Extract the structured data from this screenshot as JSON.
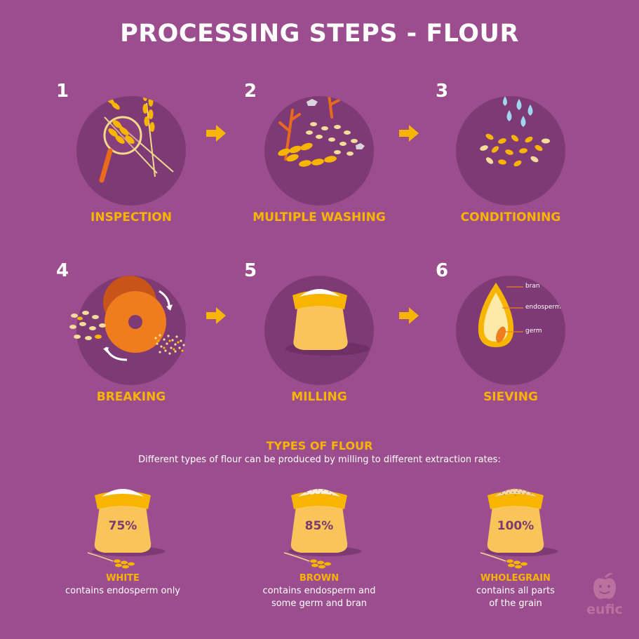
{
  "title": "PROCESSING STEPS - FLOUR",
  "steps": [
    {
      "number": "1",
      "label": "INSPECTION"
    },
    {
      "number": "2",
      "label": "MULTIPLE WASHING"
    },
    {
      "number": "3",
      "label": "CONDITIONING"
    },
    {
      "number": "4",
      "label": "BREAKING"
    },
    {
      "number": "5",
      "label": "MILLING"
    },
    {
      "number": "6",
      "label": "SIEVING",
      "parts": [
        "bran",
        "endosperm",
        "germ"
      ]
    }
  ],
  "types": {
    "title": "TYPES OF FLOUR",
    "subtitle": "Different types of flour can be produced by milling to different extraction rates:",
    "items": [
      {
        "percent": "75%",
        "name": "WHITE",
        "desc": [
          "contains endosperm only"
        ]
      },
      {
        "percent": "85%",
        "name": "BROWN",
        "desc": [
          "contains endosperm and",
          "some germ and bran"
        ]
      },
      {
        "percent": "100%",
        "name": "WHOLEGRAIN",
        "desc": [
          "contains all parts",
          "of the grain"
        ]
      }
    ]
  },
  "logo": {
    "text": "eufic"
  },
  "colors": {
    "background": "#9b4d8e",
    "circle": "#7e3a74",
    "accent": "#f8b500",
    "sack": "#f9c55a"
  }
}
